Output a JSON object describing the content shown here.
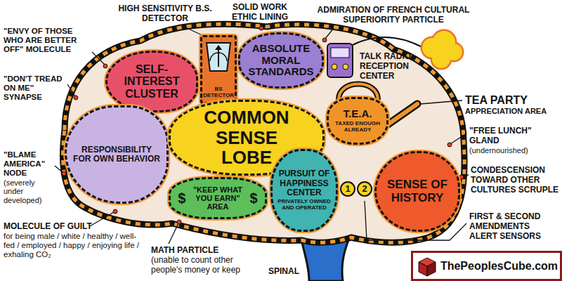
{
  "diagram": {
    "nodes": [
      {
        "text": [
          "SELF-INTEREST CLUSTER"
        ]
      },
      {
        "text": [
          "BS DETECTOR"
        ]
      },
      {
        "text": [
          "ABSOLUTE MORAL STANDARDS"
        ]
      },
      {
        "text": [
          "RESPONSIBILITY FOR OWN BEHAVIOR"
        ]
      },
      {
        "text": [
          "COMMON SENSE LOBE"
        ]
      },
      {
        "text": [
          "T.E.A.",
          "TAXED ENOUGH ALREADY"
        ]
      },
      {
        "text": [
          "$",
          "\"KEEP WHAT YOU EARN\" AREA",
          "$"
        ]
      },
      {
        "text": [
          "PURSUIT OF HAPPINESS CENTER",
          "PRIVATELY OWNED AND OPERATED"
        ]
      },
      {
        "text": [
          "1"
        ]
      },
      {
        "text": [
          "2"
        ]
      },
      {
        "text": [
          "SENSE OF HISTORY"
        ]
      },
      {
        "text": [
          "ThePeoplesCube.com"
        ]
      }
    ],
    "labels": [
      "HIGH SENSITIVITY B.S. DETECTOR",
      "SOLID WORK ETHIC LINING",
      "ADMIRATION OF FRENCH CULTURAL SUPERIORITY PARTICLE",
      "\"ENVY OF THOSE WHO ARE BETTER OFF\" MOLECULE",
      "TALK RADIO RECEPTION CENTER",
      "\"DON'T TREAD ON ME\" SYNAPSE",
      "TEA PARTY",
      "APPRECIATION AREA",
      "\"FREE LUNCH\" GLAND",
      "(undernourished)",
      "\"BLAME AMERICA\" NODE",
      "(severely under developed)",
      "CONDESCENSION TOWARD OTHER CULTURES SCRUPLE",
      "FIRST & SECOND AMENDMENTS ALERT SENSORS",
      "MOLECULE OF GUILT",
      "for being male / white / healthy / well-fed / employed / happy / enjoying life / exhaling CO₂",
      "MATH PARTICLE",
      "(unable to count other people's money or keep",
      "SPINAL"
    ]
  }
}
